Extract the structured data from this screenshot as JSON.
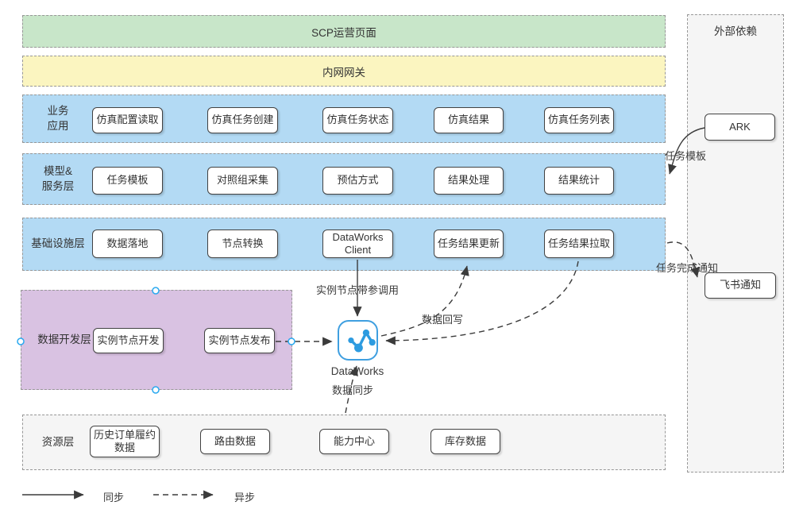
{
  "layers": [
    {
      "label": "SCP运营页面"
    },
    {
      "label": "内网网关"
    },
    {
      "label_lines": [
        "业务",
        "应用"
      ],
      "boxes": [
        "仿真配置读取",
        "仿真任务创建",
        "仿真任务状态",
        "仿真结果",
        "仿真任务列表"
      ]
    },
    {
      "label_lines": [
        "模型&",
        "服务层"
      ],
      "boxes": [
        "任务模板",
        "对照组采集",
        "预估方式",
        "结果处理",
        "结果统计"
      ]
    },
    {
      "label_lines": [
        "基础设施层"
      ],
      "boxes": [
        "数据落地",
        "节点转换",
        "DataWorks Client",
        "任务结果更新",
        "任务结果拉取"
      ]
    },
    {
      "label": "数据开发层",
      "boxes": [
        "实例节点开发",
        "实例节点发布"
      ]
    },
    {
      "label": "资源层",
      "boxes": [
        "历史订单履约数据",
        "路由数据",
        "能力中心",
        "库存数据"
      ]
    }
  ],
  "external": {
    "title": "外部依赖",
    "ark": "ARK",
    "feishu": "飞书通知"
  },
  "hub": {
    "label": "DataWorks"
  },
  "edge_labels": {
    "task_template": "任务模板",
    "task_complete": "任务完成通知",
    "instance_call": "实例节点带参调用",
    "data_writeback": "数据回写",
    "data_sync": "数据同步"
  },
  "legend": {
    "sync": "同步",
    "async": "异步"
  },
  "colors": {
    "green": "#c8e6c9",
    "yellow": "#fbf5c0",
    "blue": "#b3daf4",
    "purple": "#d9c2e2",
    "gray": "#f5f5f5",
    "hub_blue": "#2d9be0",
    "line": "#3b3b3b",
    "selection": "#29a9f0"
  }
}
